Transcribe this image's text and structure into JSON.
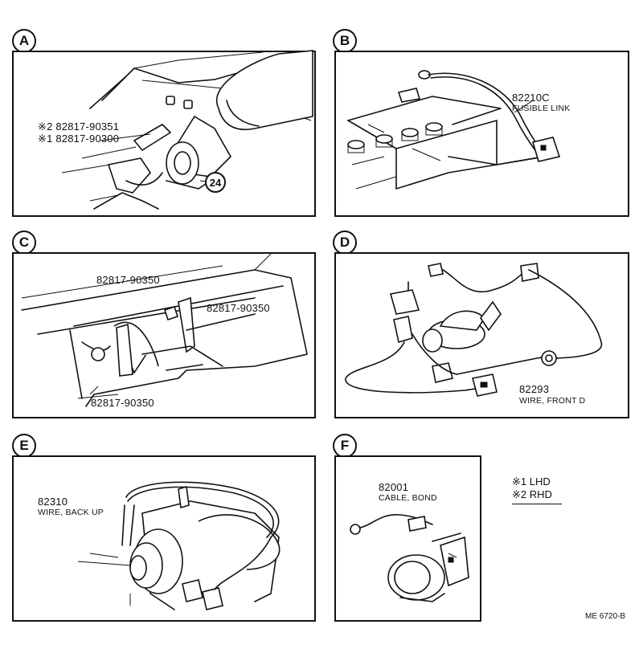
{
  "panels": {
    "a": {
      "letter": "A",
      "callout_24": "24",
      "rhd_part": "※2 82817-90351",
      "lhd_part": "※1 82817-90300"
    },
    "b": {
      "letter": "B",
      "part": "82210C",
      "desc": "FUSIBLE LINK"
    },
    "c": {
      "letter": "C",
      "part_top": "82817-90350",
      "part_right": "82817-90350",
      "part_bottom": "82817-90350"
    },
    "d": {
      "letter": "D",
      "part": "82293",
      "desc": "WIRE, FRONT D"
    },
    "e": {
      "letter": "E",
      "part": "82310",
      "desc": "WIRE, BACK UP"
    },
    "f": {
      "letter": "F",
      "part": "82001",
      "desc": "CABLE, BOND"
    }
  },
  "legend": {
    "lhd": "※1 LHD",
    "rhd": "※2 RHD"
  },
  "ref_code": "ME 6720-B"
}
